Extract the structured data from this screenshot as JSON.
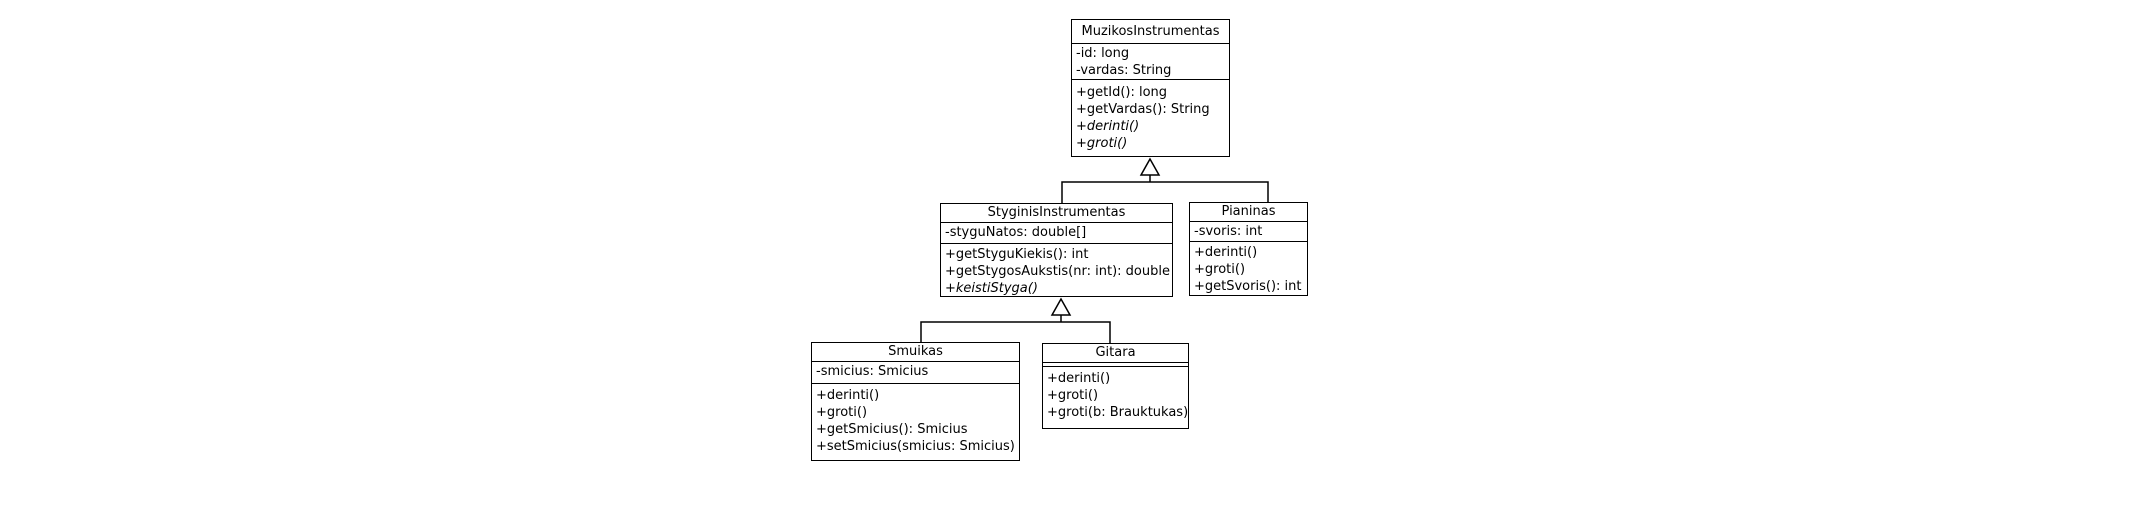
{
  "diagram": {
    "type": "uml-class-diagram",
    "colors": {
      "line": "#000000",
      "fill": "#ffffff",
      "text": "#000000"
    },
    "classes": [
      {
        "name": "MuzikosInstrumentas",
        "attributes": [
          {
            "text": "-id: long"
          },
          {
            "text": "-vardas: String"
          }
        ],
        "methods": [
          {
            "text": "+getId(): long",
            "italic": false
          },
          {
            "text": "+getVardas(): String",
            "italic": false
          },
          {
            "text": "+derinti()",
            "italic": true
          },
          {
            "text": "+groti()",
            "italic": true
          }
        ]
      },
      {
        "name": "StyginisInstrumentas",
        "attributes": [
          {
            "text": "-styguNatos: double[]"
          }
        ],
        "methods": [
          {
            "text": "+getStyguKiekis(): int",
            "italic": false
          },
          {
            "text": "+getStygosAukstis(nr: int): double",
            "italic": false
          },
          {
            "text": "+keistiStyga()",
            "italic": true
          }
        ]
      },
      {
        "name": "Pianinas",
        "attributes": [
          {
            "text": "-svoris: int"
          }
        ],
        "methods": [
          {
            "text": "+derinti()",
            "italic": false
          },
          {
            "text": "+groti()",
            "italic": false
          },
          {
            "text": "+getSvoris(): int",
            "italic": false
          }
        ]
      },
      {
        "name": "Smuikas",
        "attributes": [
          {
            "text": "-smicius: Smicius"
          }
        ],
        "methods": [
          {
            "text": "+derinti()",
            "italic": false
          },
          {
            "text": "+groti()",
            "italic": false
          },
          {
            "text": "+getSmicius(): Smicius",
            "italic": false
          },
          {
            "text": "+setSmicius(smicius: Smicius)",
            "italic": false
          }
        ]
      },
      {
        "name": "Gitara",
        "attributes": [],
        "methods": [
          {
            "text": "+derinti()",
            "italic": false
          },
          {
            "text": "+groti()",
            "italic": false
          },
          {
            "text": "+groti(b: Brauktukas)",
            "italic": false
          }
        ]
      }
    ],
    "relations": [
      {
        "type": "generalization",
        "parent": "MuzikosInstrumentas",
        "children": [
          "StyginisInstrumentas",
          "Pianinas"
        ]
      },
      {
        "type": "generalization",
        "parent": "StyginisInstrumentas",
        "children": [
          "Smuikas",
          "Gitara"
        ]
      }
    ]
  }
}
